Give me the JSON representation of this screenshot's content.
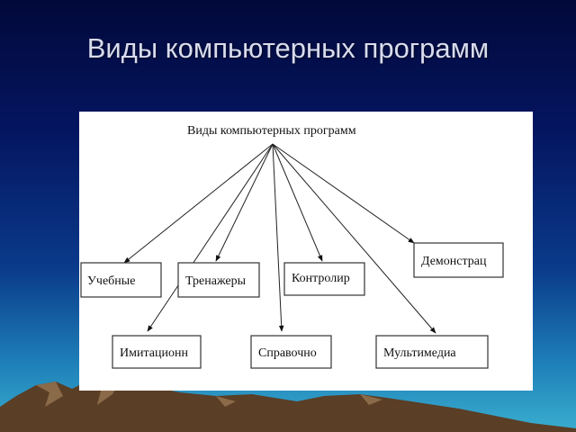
{
  "slide": {
    "title": "Виды компьютерных программ"
  },
  "diagram": {
    "root": "Виды компьютерных программ",
    "nodes": [
      {
        "id": "uchebnye",
        "label": "Учебные"
      },
      {
        "id": "trenazhery",
        "label": "Тренажеры"
      },
      {
        "id": "kontrolir",
        "label": "Контролир"
      },
      {
        "id": "demonstrac",
        "label": "Демонстрац"
      },
      {
        "id": "imitacionn",
        "label": "Имитационн"
      },
      {
        "id": "spravochno",
        "label": "Справочно"
      },
      {
        "id": "multimedia",
        "label": "Мультимедиа"
      }
    ]
  },
  "colors": {
    "background_top": "#02093a",
    "background_bottom": "#3aaecf",
    "panel": "#ffffff",
    "title": "#d8dcec"
  }
}
